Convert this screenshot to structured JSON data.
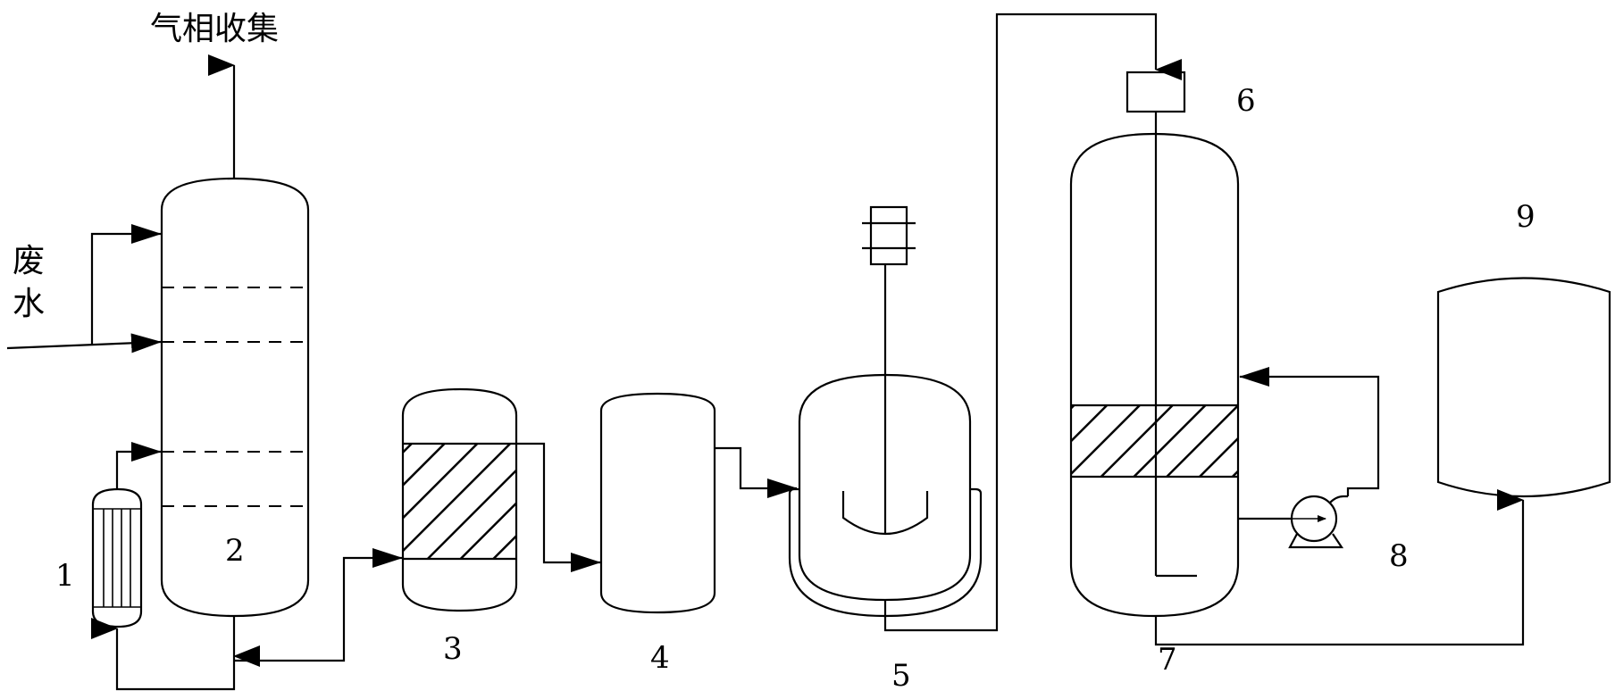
{
  "labels": {
    "gas_collection": "气相收集",
    "wastewater_line1": "废",
    "wastewater_line2": "水"
  },
  "numbers": {
    "n1": "1",
    "n2": "2",
    "n3": "3",
    "n4": "4",
    "n5": "5",
    "n6": "6",
    "n7": "7",
    "n8": "8",
    "n9": "9"
  },
  "colors": {
    "line": "#000000",
    "background": "#ffffff"
  }
}
